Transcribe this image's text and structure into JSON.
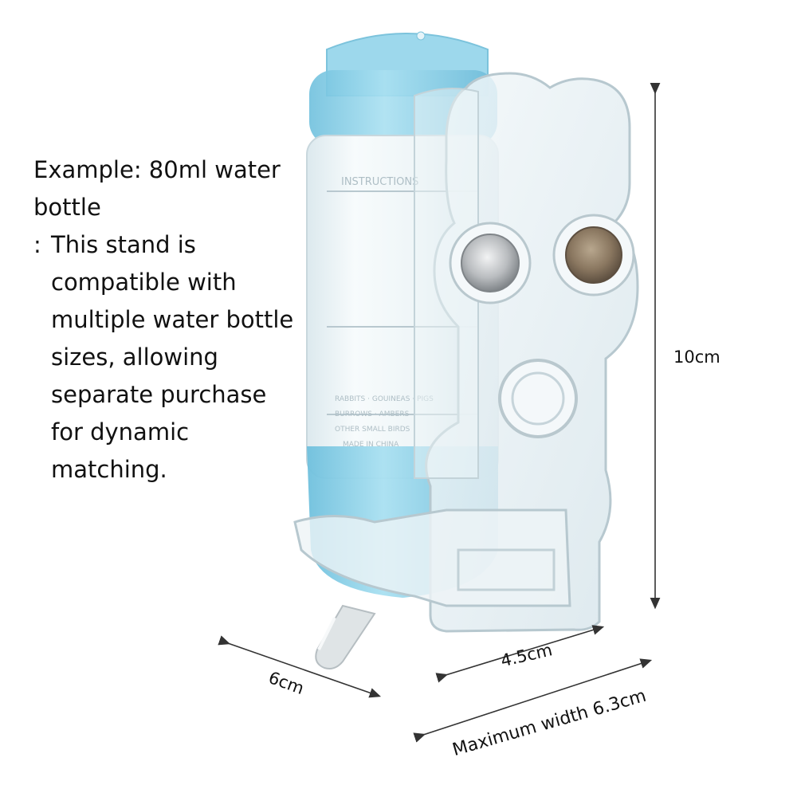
{
  "caption": {
    "title": "Example: 80ml water bottle",
    "colon": ":",
    "body": "This stand is compatible with multiple water bottle sizes, allowing separate purchase for dynamic matching."
  },
  "dimensions": {
    "height": "10cm",
    "depth": "6cm",
    "width": "4.5cm",
    "max_width": "Maximum width 6.3cm"
  },
  "bottle_label": {
    "heading": "INSTRUCTIONS",
    "lines": [
      "RABBITS · GOUINEAS · PIGS",
      "BURROWS · AMBERS",
      "OTHER SMALL BIRDS",
      "MADE IN CHINA"
    ]
  },
  "colors": {
    "bottle_blue": "#8fd3ea",
    "acrylic": "#e9f1f4",
    "magnet_silver": "#c9ccce",
    "magnet_bronze": "#8f7d66"
  }
}
